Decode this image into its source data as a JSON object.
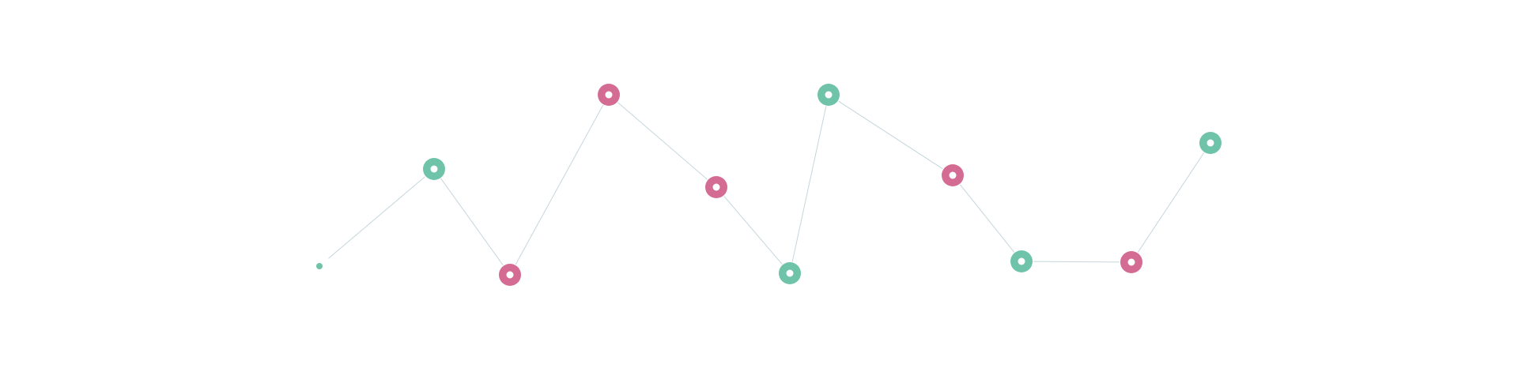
{
  "colors": {
    "green": "#6fc3a8",
    "pink": "#d46b92",
    "edge": "#c5d6dc",
    "center": "#ffffff"
  },
  "nodes": [
    {
      "id": "n1",
      "kind": "green",
      "style": "dot"
    },
    {
      "id": "n2",
      "kind": "green",
      "style": "ring"
    },
    {
      "id": "n3",
      "kind": "pink",
      "style": "ring"
    },
    {
      "id": "n4",
      "kind": "pink",
      "style": "ring"
    },
    {
      "id": "n5",
      "kind": "pink",
      "style": "ring"
    },
    {
      "id": "n6",
      "kind": "green",
      "style": "ring"
    },
    {
      "id": "n7",
      "kind": "green",
      "style": "ring"
    },
    {
      "id": "n8",
      "kind": "pink",
      "style": "ring"
    },
    {
      "id": "n9",
      "kind": "green",
      "style": "ring"
    },
    {
      "id": "n10",
      "kind": "pink",
      "style": "ring"
    },
    {
      "id": "n11",
      "kind": "green",
      "style": "ring"
    }
  ]
}
